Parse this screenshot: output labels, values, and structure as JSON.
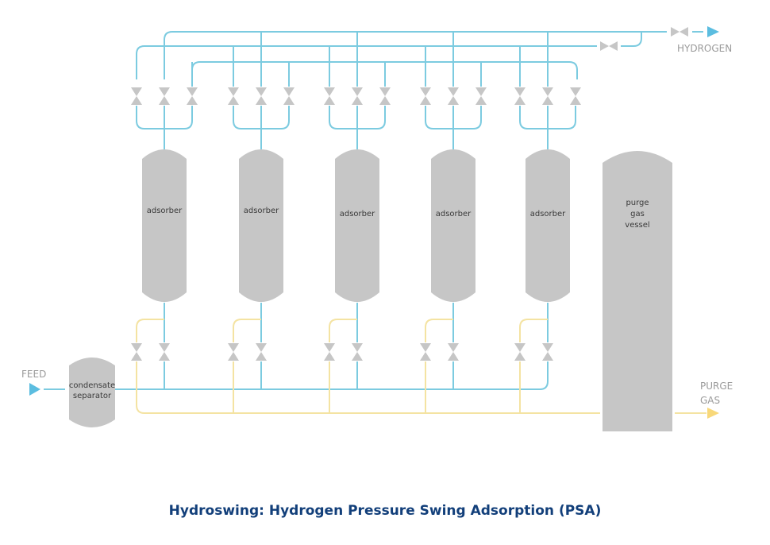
{
  "caption": "Hydroswing: Hydrogen Pressure Swing Adsorption (PSA)",
  "streams": {
    "feed": "FEED",
    "hydrogen": "HYDROGEN",
    "purge_gas": [
      "PURGE",
      "GAS"
    ]
  },
  "vessels": {
    "condensate_separator": [
      "condensate",
      "separator"
    ],
    "adsorbers": [
      "adsorber",
      "adsorber",
      "adsorber",
      "adsorber",
      "adsorber"
    ],
    "purge_gas_vessel": [
      "purge",
      "gas",
      "vessel"
    ]
  },
  "colors": {
    "hydrogen_line": "#7ccbe0",
    "purge_line": "#f4e3a2",
    "equipment": "#c6c6c6",
    "caption": "#123f7a"
  },
  "counts": {
    "adsorber_count": 5,
    "top_valves_per_adsorber": 3,
    "bottom_valves_per_adsorber": 2
  }
}
